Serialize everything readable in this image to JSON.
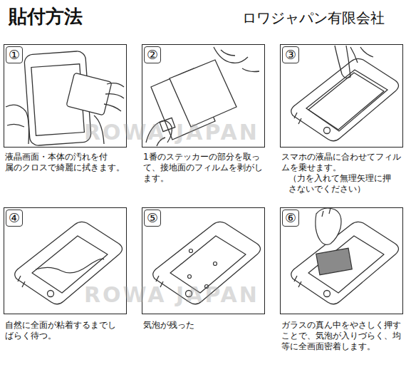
{
  "diagram": {
    "title": "貼付方法",
    "nodes": [
      {
        "text": [
          "①",
          "液晶画面・本体の汚れを付 属のクロスで綺麗に拭きます。"
        ]
      },
      {
        "text": [
          "②",
          "1番のステッカーの部分を取っ て、接地面のフィルムを剥がし ます。"
        ]
      },
      {
        "text": [
          "③",
          "スマホの液晶に合わせてフィル ムを乗せます。",
          "（力を入れて無理矢理に押 さないでください）"
        ]
      },
      {
        "text": [
          "④",
          "自然に全面が粘着するまでし ばらく待つ。"
        ]
      },
      {
        "text": [
          "⑤",
          "気泡が残った"
        ]
      },
      {
        "text": [
          "⑥",
          "ガラスの真ん中をやさしく押す ことで、気泡が入りづらく、均 等に全画面密着します。"
        ]
      }
    ],
    "labels": [
      "ロワジャパン有限会社",
      "ROWA JAPAN",
      "ROWA JAPAN"
    ]
  }
}
